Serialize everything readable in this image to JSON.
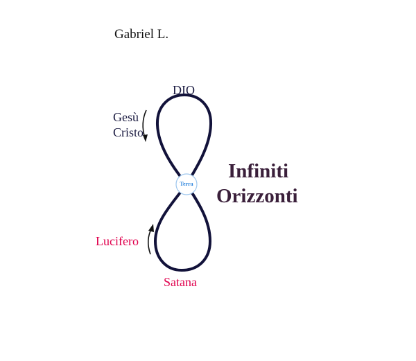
{
  "author": "Gabriel L.",
  "diagram": {
    "top_label": "DIO",
    "upper_side_label": [
      "Gesù",
      "Cristo"
    ],
    "center_label": "Terra",
    "lower_side_label": "Lucifero",
    "bottom_label": "Satana"
  },
  "title": [
    "Infiniti",
    "Orizzonti"
  ],
  "colors": {
    "loop": "#12123a",
    "dark_text": "#1a1a40",
    "red_text": "#e0004d",
    "title_text": "#3a1f3a",
    "center_text": "#2e86de"
  }
}
